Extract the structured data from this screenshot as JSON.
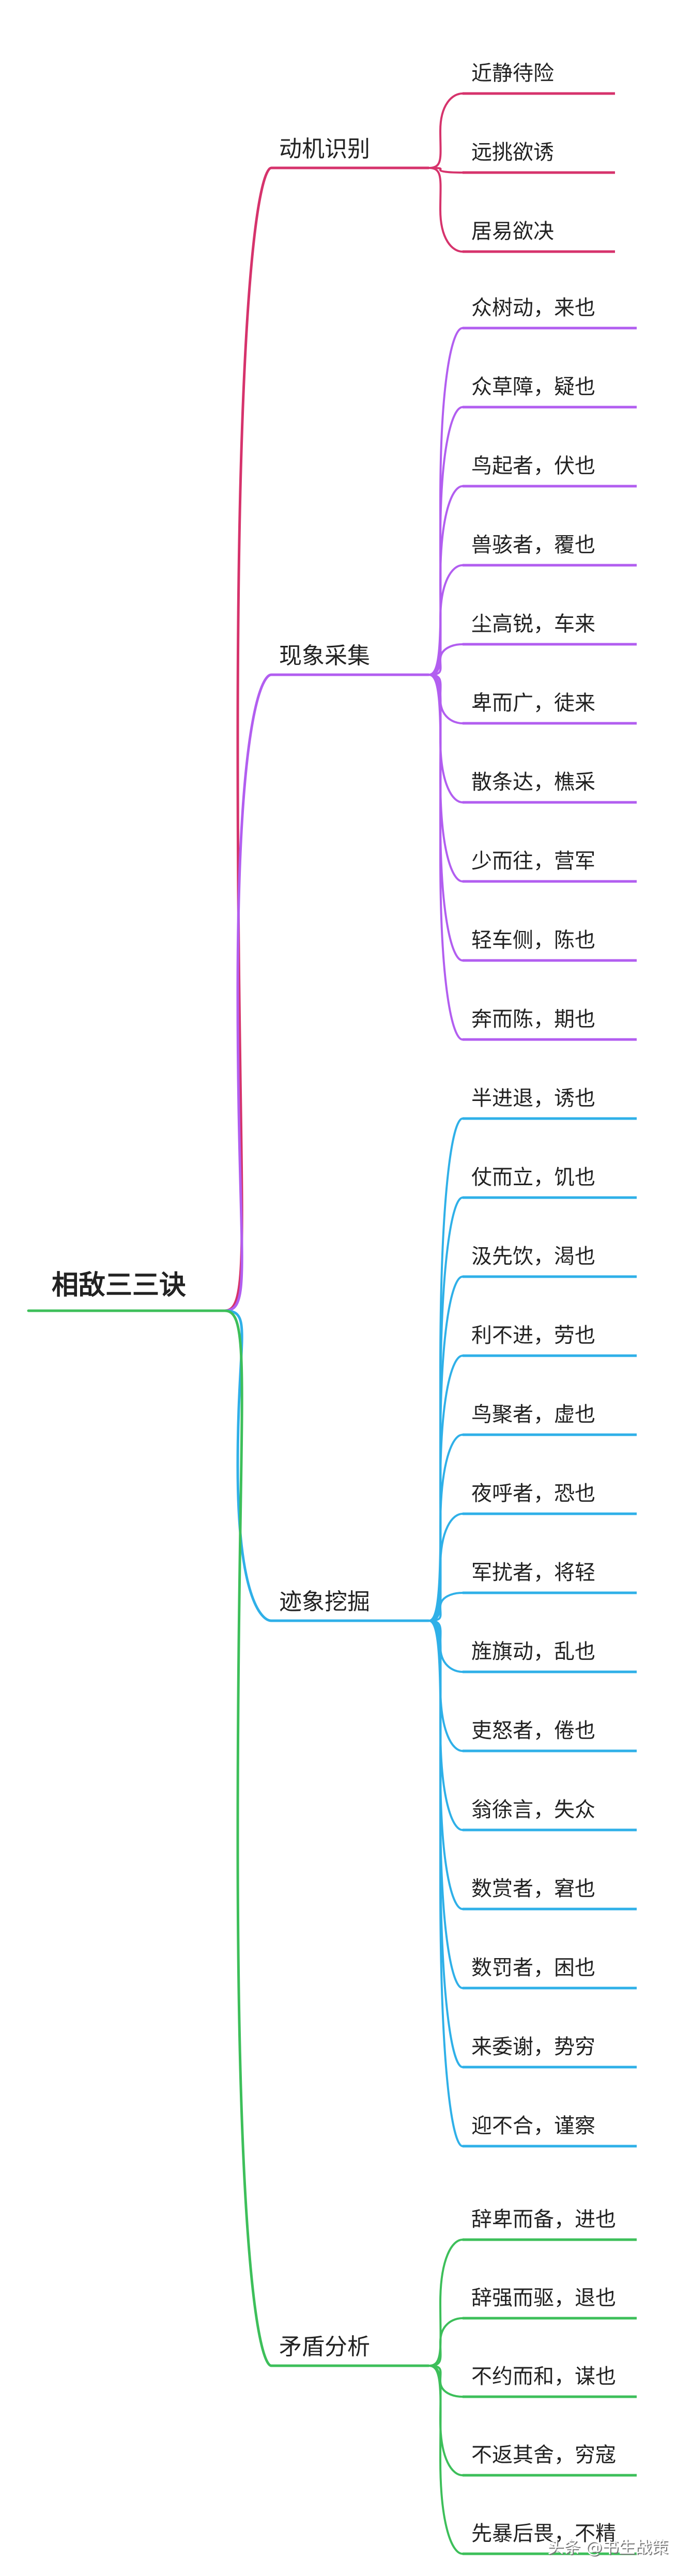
{
  "root": {
    "label": "相敌三三诀",
    "color": "#3dbf5a"
  },
  "branches": [
    {
      "label": "动机识别",
      "color": "#d6336c",
      "leaves": [
        "近静待险",
        "远挑欲诱",
        "居易欲决"
      ]
    },
    {
      "label": "现象采集",
      "color": "#b25ef0",
      "leaves": [
        "众树动，来也",
        "众草障，疑也",
        "鸟起者，伏也",
        "兽骇者，覆也",
        "尘高锐，车来",
        "卑而广，徒来",
        "散条达，樵采",
        "少而往，营军",
        "轻车侧，陈也",
        "奔而陈，期也"
      ]
    },
    {
      "label": "迹象挖掘",
      "color": "#2fb0e8",
      "leaves": [
        "半进退，诱也",
        "仗而立，饥也",
        "汲先饮，渴也",
        "利不进，劳也",
        "鸟聚者，虚也",
        "夜呼者，恐也",
        "军扰者，将轻",
        "旌旗动，乱也",
        "吏怒者，倦也",
        "翁徐言，失众",
        "数赏者，窘也",
        "数罚者，困也",
        "来委谢，势穷",
        "迎不合，谨察"
      ]
    },
    {
      "label": "矛盾分析",
      "color": "#3dbf5a",
      "leaves": [
        "辞卑而备，进也",
        "辞强而驱，退也",
        "不约而和，谋也",
        "不返其舍，穷寇",
        "先暴后畏，不精"
      ]
    }
  ],
  "watermark": {
    "text": "头条 @书生战策"
  }
}
